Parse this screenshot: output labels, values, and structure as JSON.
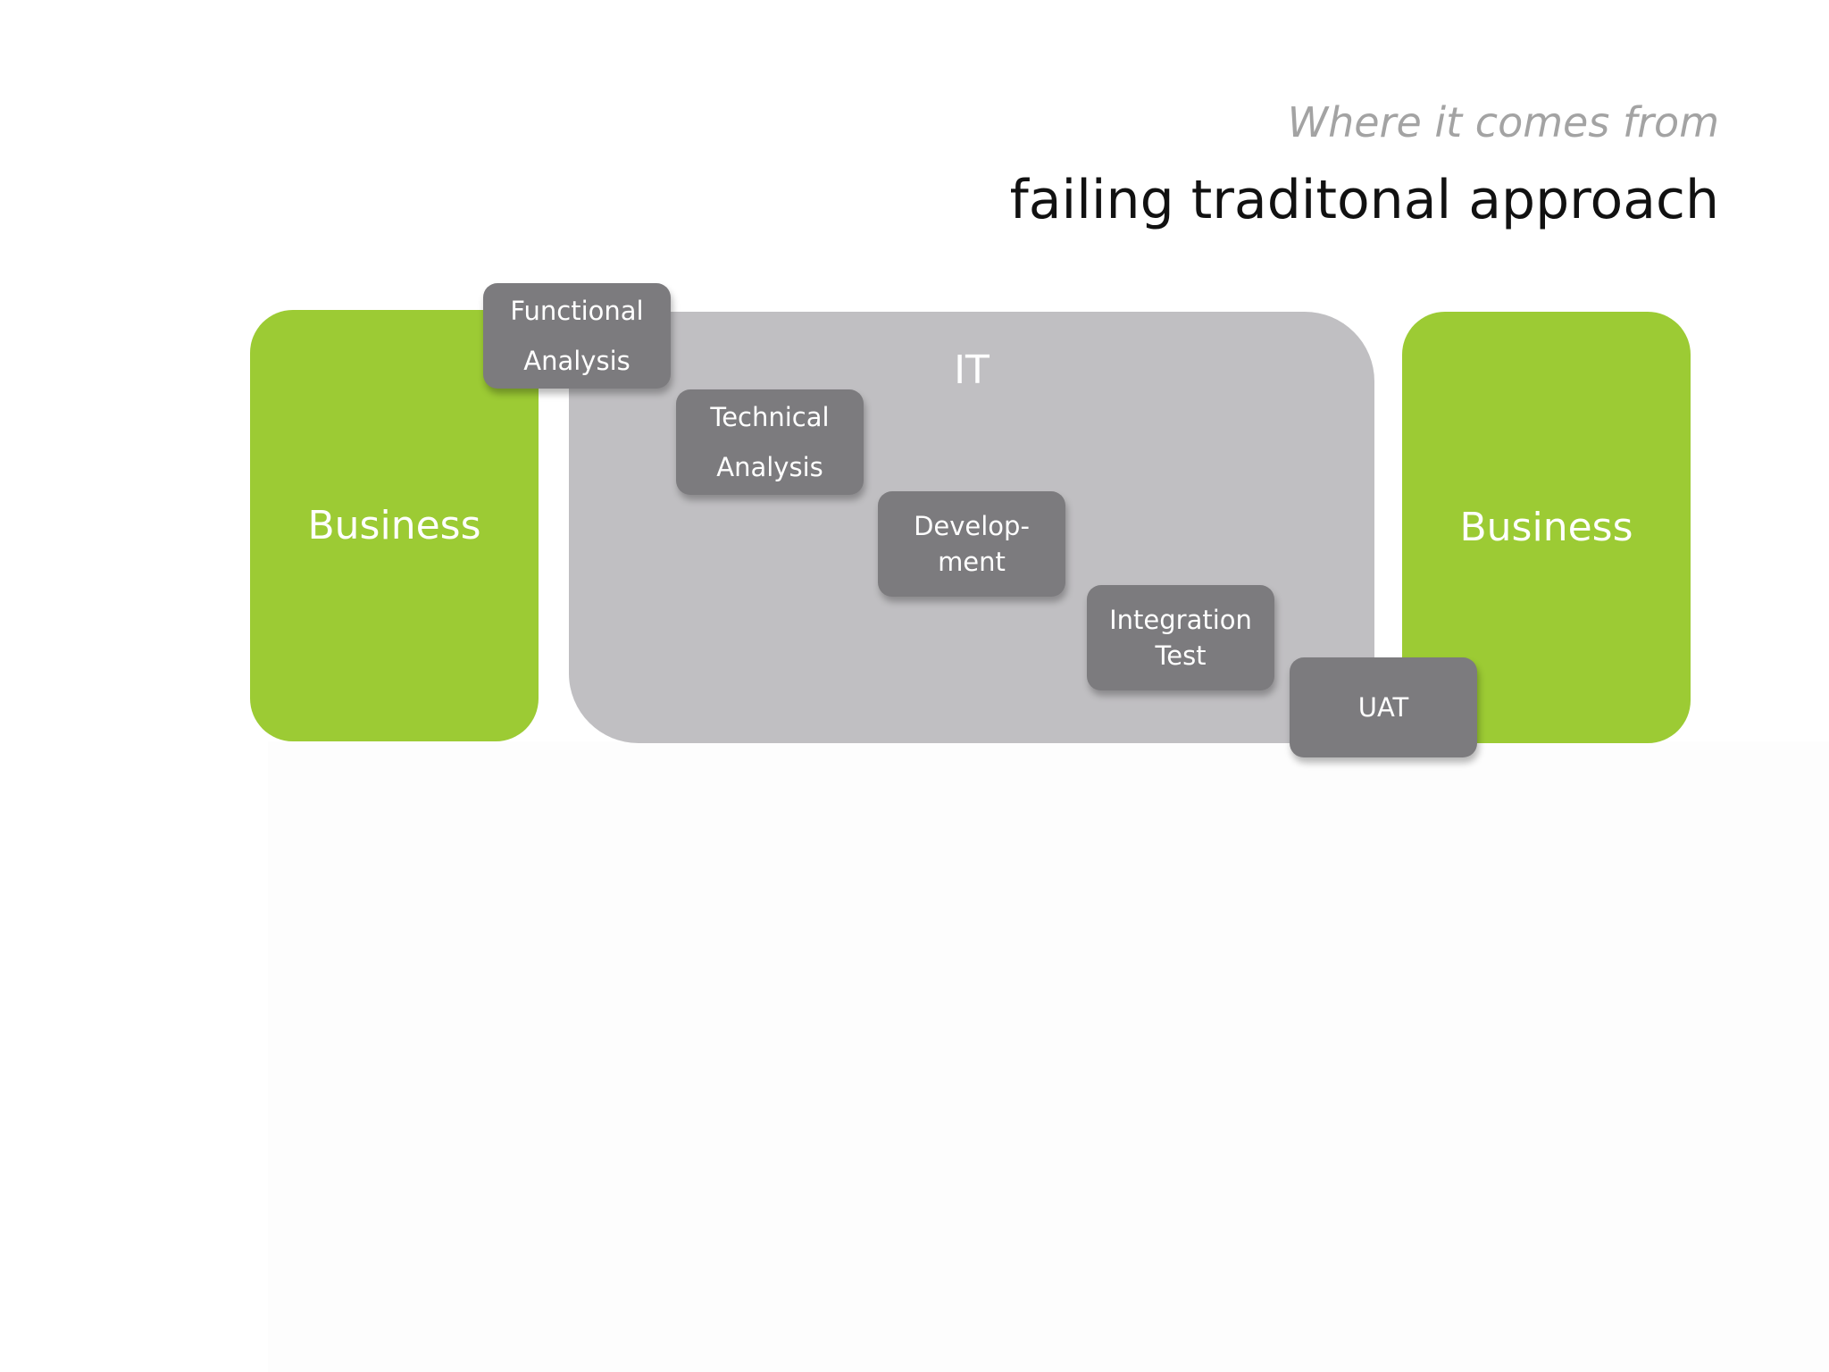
{
  "header": {
    "subtitle": "Where it comes from",
    "title": "failing traditonal approach"
  },
  "diagram": {
    "left_block": "Business",
    "center_block": "IT",
    "right_block": "Business",
    "steps": [
      {
        "line1": "Functional",
        "line2": "Analysis"
      },
      {
        "line1": "Technical",
        "line2": "Analysis"
      },
      {
        "line1": "Develop-",
        "line2": "ment"
      },
      {
        "line1": "Integration",
        "line2": "Test"
      },
      {
        "line1": "UAT",
        "line2": ""
      }
    ]
  },
  "colors": {
    "business_green": "#9ccb34",
    "it_gray": "#c0bfc2",
    "step_gray": "#7c7b7e",
    "subtitle_gray": "#a3a3a3"
  }
}
